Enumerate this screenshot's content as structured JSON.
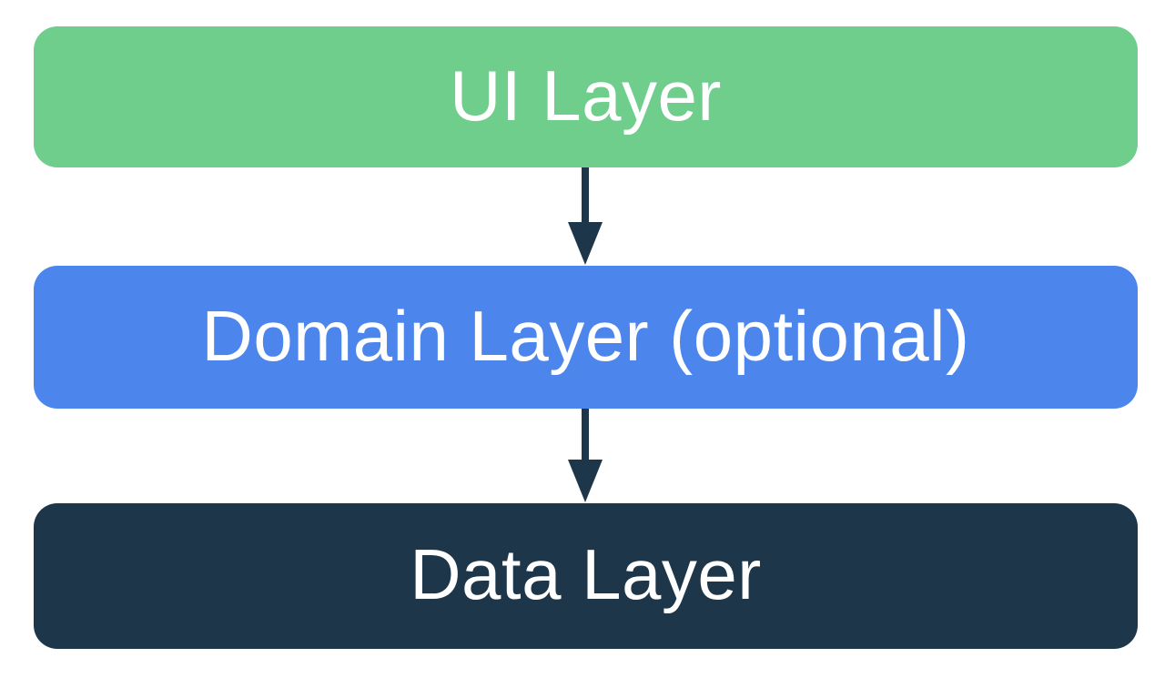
{
  "diagram": {
    "description_hint": "three stacked layer boxes connected by downward arrows",
    "layers": [
      {
        "id": "ui",
        "label": "UI Layer",
        "color": "#6FCE8C"
      },
      {
        "id": "domain",
        "label": "Domain Layer (optional)",
        "color": "#4C86EC"
      },
      {
        "id": "data",
        "label": "Data Layer",
        "color": "#1D3649"
      }
    ],
    "arrows": [
      {
        "from": "ui",
        "to": "domain",
        "direction": "down"
      },
      {
        "from": "domain",
        "to": "data",
        "direction": "down"
      }
    ],
    "colors": {
      "arrow": "#1D3649",
      "text": "#FFFFFF",
      "background": "#FFFFFF"
    }
  }
}
